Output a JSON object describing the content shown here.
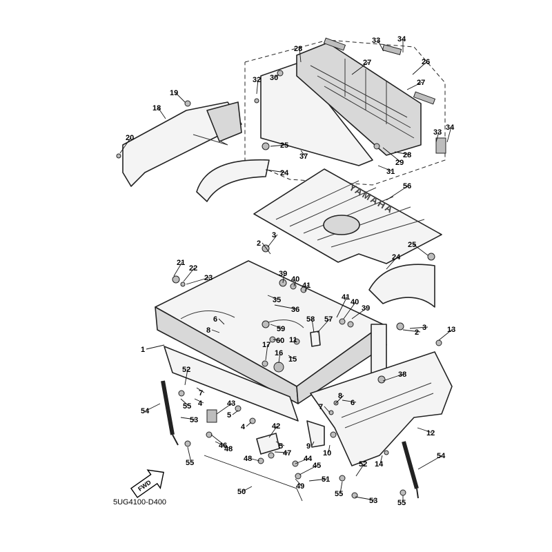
{
  "diagram": {
    "code": "5UG4100-D400",
    "fwd_label": "FWD",
    "logo_text": "YAMAHA",
    "callouts": [
      "1",
      "2",
      "3",
      "4",
      "5",
      "6",
      "7",
      "8",
      "9",
      "10",
      "11",
      "12",
      "13",
      "14",
      "15",
      "16",
      "17",
      "18",
      "19",
      "20",
      "21",
      "22",
      "23",
      "24",
      "25",
      "26",
      "27",
      "28",
      "29",
      "30",
      "31",
      "32",
      "33",
      "34",
      "35",
      "36",
      "37",
      "38",
      "39",
      "40",
      "41",
      "42",
      "43",
      "44",
      "45",
      "46",
      "47",
      "48",
      "49",
      "50",
      "51",
      "52",
      "53",
      "54",
      "55",
      "56",
      "57",
      "58",
      "59",
      "60"
    ]
  }
}
